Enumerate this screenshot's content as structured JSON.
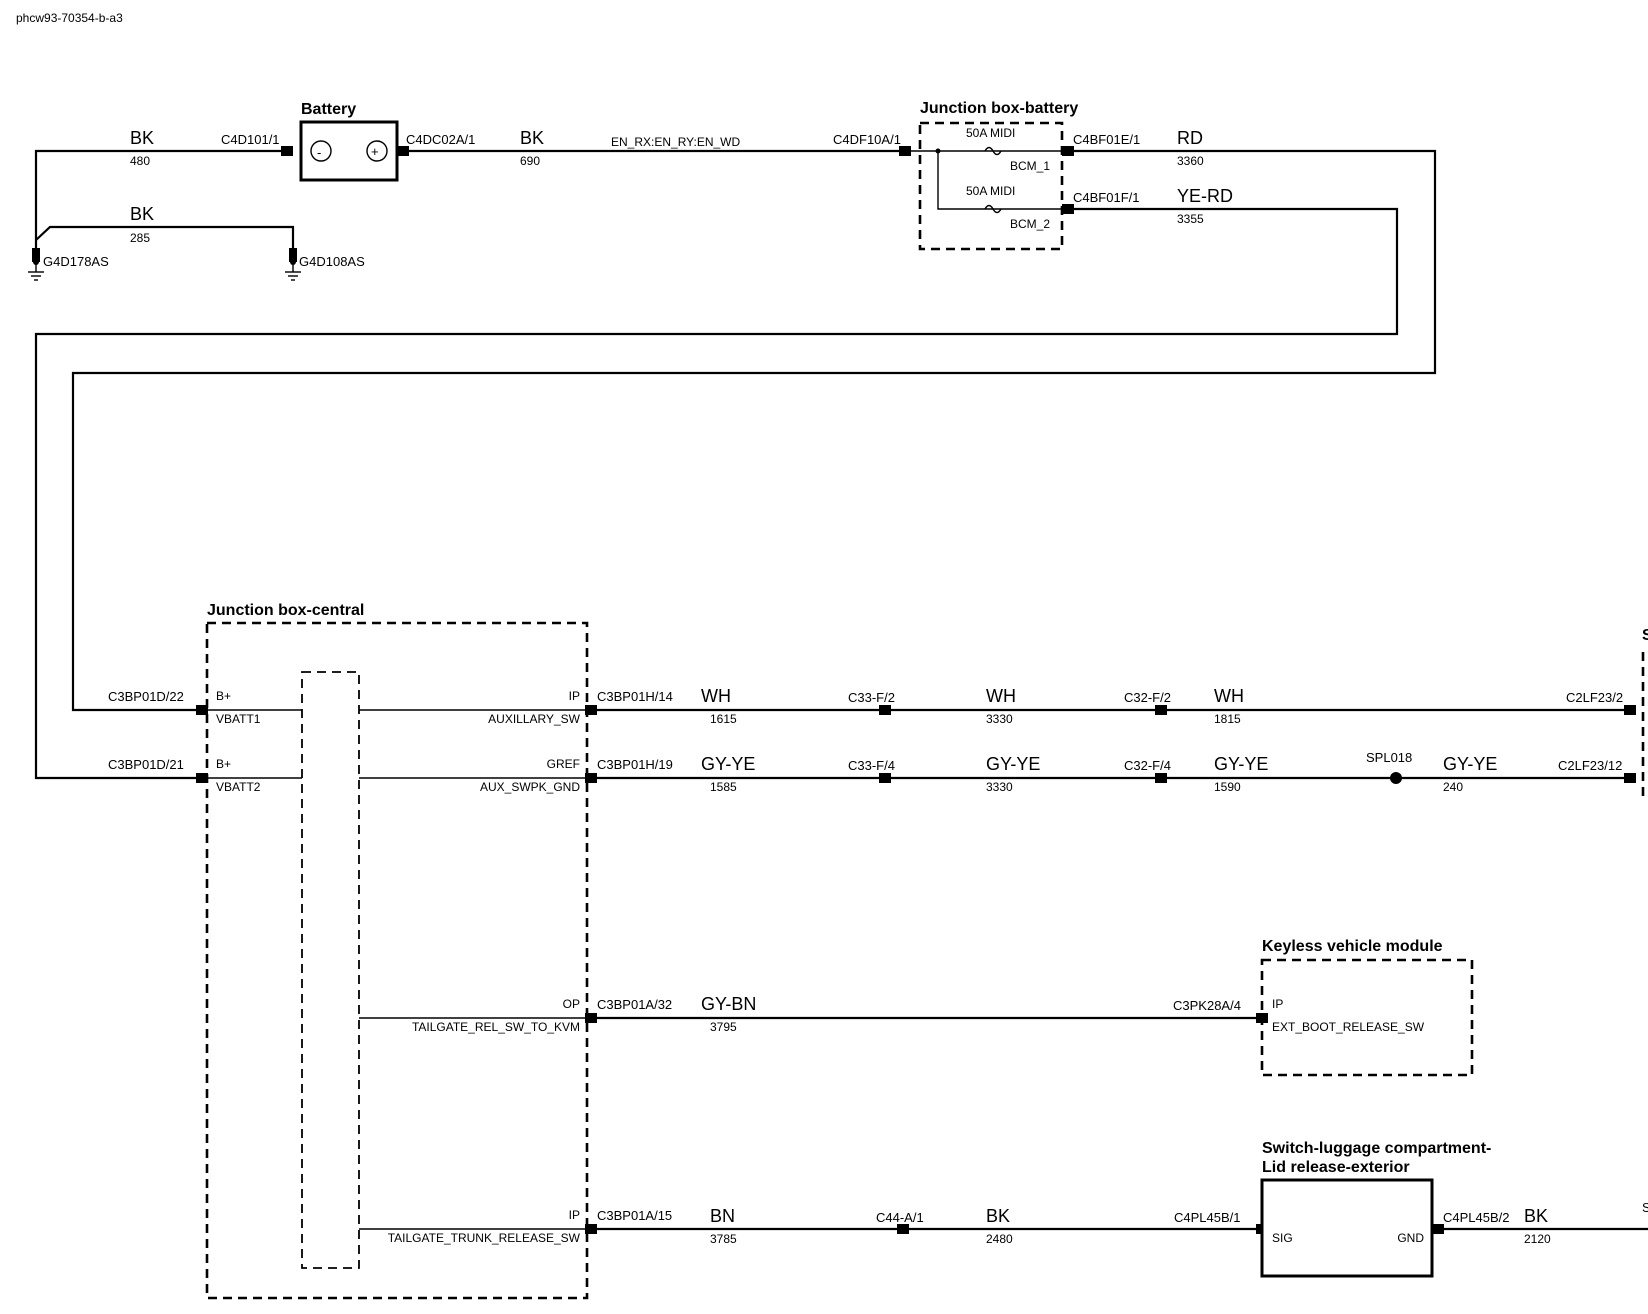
{
  "doc_id": "phcw93-70354-b-a3",
  "components": {
    "battery": "Battery",
    "jb_battery": "Junction box-battery",
    "jb_central": "Junction box-central",
    "kvm": "Keyless vehicle module",
    "switch_l1": "Switch-luggage compartment-",
    "switch_l2": "Lid release-exterior",
    "right_edge_1": "S",
    "right_edge_2": "S"
  },
  "battery_symbols": {
    "neg": "-",
    "pos": "+"
  },
  "connectors": {
    "c4d101": "C4D101/1",
    "c4dc02a": "C4DC02A/1",
    "c4df10a": "C4DF10A/1",
    "c4bf01e": "C4BF01E/1",
    "c4bf01f": "C4BF01F/1",
    "g4d178as": "G4D178AS",
    "g4d108as": "G4D108AS",
    "c3bp01d22": "C3BP01D/22",
    "c3bp01d21": "C3BP01D/21",
    "c3bp01h14": "C3BP01H/14",
    "c3bp01h19": "C3BP01H/19",
    "c3bp01a32": "C3BP01A/32",
    "c3bp01a15": "C3BP01A/15",
    "c33f2": "C33-F/2",
    "c33f4": "C33-F/4",
    "c32f2": "C32-F/2",
    "c32f4": "C32-F/4",
    "spl018": "SPL018",
    "c2lf23_2": "C2LF23/2",
    "c2lf23_12": "C2LF23/12",
    "c3pk28a4": "C3PK28A/4",
    "c44a1": "C44-A/1",
    "c4pl45b1": "C4PL45B/1",
    "c4pl45b2": "C4PL45B/2"
  },
  "wires": {
    "w480": {
      "color": "BK",
      "num": "480"
    },
    "w285": {
      "color": "BK",
      "num": "285"
    },
    "w690": {
      "color": "BK",
      "num": "690",
      "note": "EN_RX:EN_RY:EN_WD"
    },
    "w3360": {
      "color": "RD",
      "num": "3360"
    },
    "w3355": {
      "color": "YE-RD",
      "num": "3355"
    },
    "w1615": {
      "color": "WH",
      "num": "1615"
    },
    "w3330a": {
      "color": "WH",
      "num": "3330"
    },
    "w1815": {
      "color": "WH",
      "num": "1815"
    },
    "w1585": {
      "color": "GY-YE",
      "num": "1585"
    },
    "w3330b": {
      "color": "GY-YE",
      "num": "3330"
    },
    "w1590": {
      "color": "GY-YE",
      "num": "1590"
    },
    "w240": {
      "color": "GY-YE",
      "num": "240"
    },
    "w3795": {
      "color": "GY-BN",
      "num": "3795"
    },
    "w3785": {
      "color": "BN",
      "num": "3785"
    },
    "w2480": {
      "color": "BK",
      "num": "2480"
    },
    "w2120": {
      "color": "BK",
      "num": "2120"
    }
  },
  "fuses": {
    "f1": {
      "rating": "50A MIDI",
      "name": "BCM_1"
    },
    "f2": {
      "rating": "50A MIDI",
      "name": "BCM_2"
    }
  },
  "pins": {
    "bplus1": "B+",
    "vbatt1": "VBATT1",
    "bplus2": "B+",
    "vbatt2": "VBATT2",
    "ip1": "IP",
    "aux_sw": "AUXILLARY_SW",
    "gref": "GREF",
    "aux_gnd": "AUX_SWPK_GND",
    "op": "OP",
    "tailgate_kvm": "TAILGATE_REL_SW_TO_KVM",
    "ip2": "IP",
    "tailgate_trunk": "TAILGATE_TRUNK_RELEASE_SW",
    "kvm_ip": "IP",
    "ext_boot": "EXT_BOOT_RELEASE_SW",
    "sig": "SIG",
    "gnd": "GND"
  }
}
